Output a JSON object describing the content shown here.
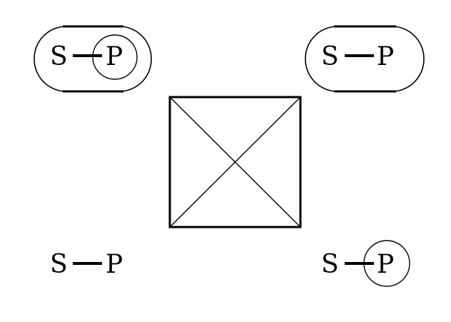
{
  "diagram": {
    "groups": [
      {
        "id": "top-left",
        "left": "S",
        "right": "P",
        "enclosed": true,
        "p_circled": true
      },
      {
        "id": "top-right",
        "left": "S",
        "right": "P",
        "enclosed": true,
        "p_circled": false
      },
      {
        "id": "bottom-left",
        "left": "S",
        "right": "P",
        "enclosed": false,
        "p_circled": false
      },
      {
        "id": "bottom-right",
        "left": "S",
        "right": "P",
        "enclosed": false,
        "p_circled": true
      }
    ],
    "center": "crossed-square",
    "stroke_color": "#000000",
    "background": "#ffffff"
  }
}
